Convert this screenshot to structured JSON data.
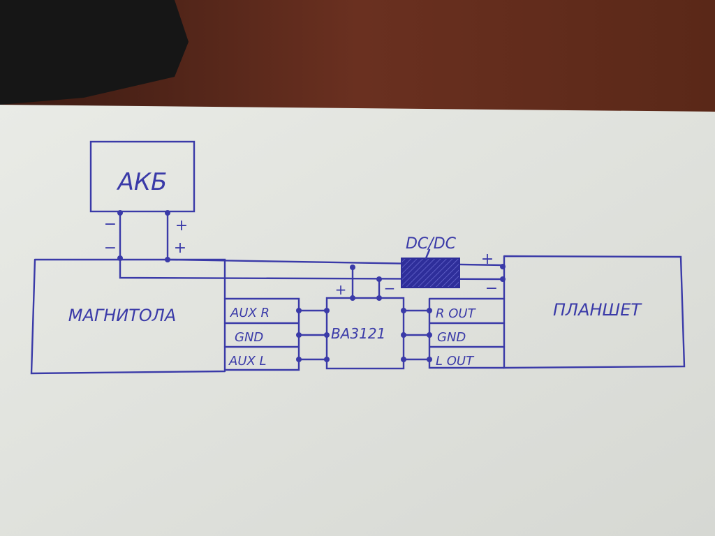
{
  "diagram": {
    "battery": {
      "label": "АКБ",
      "minus": "−",
      "plus": "+"
    },
    "head_unit": {
      "label": "МАГНИТОЛА",
      "minus": "−",
      "plus": "+",
      "ports": [
        "AUX R",
        "GND",
        "AUX L"
      ]
    },
    "amplifier": {
      "label": "BA3121",
      "plus": "+",
      "minus": "−"
    },
    "converter": {
      "label": "DC/DC"
    },
    "tablet": {
      "label": "ПЛАНШЕТ",
      "plus": "+",
      "minus": "−",
      "ports": [
        "R OUT",
        "GND",
        "L OUT"
      ]
    }
  },
  "colors": {
    "ink": "#3a3aa8",
    "paper": "#e4e6e1",
    "wood": "#5a2a1c"
  }
}
